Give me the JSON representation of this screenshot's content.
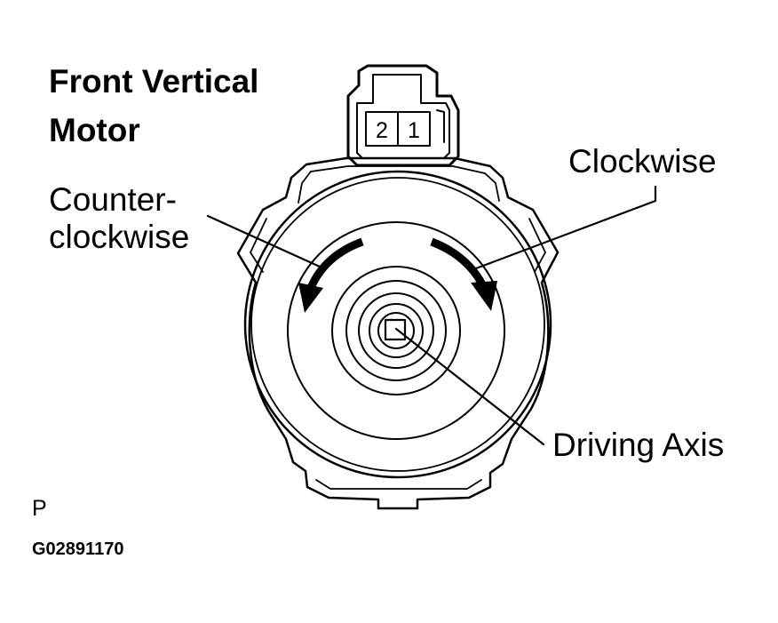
{
  "title": {
    "line1": "Front Vertical",
    "line2": "Motor"
  },
  "connector": {
    "pin_left": "2",
    "pin_right": "1"
  },
  "labels": {
    "clockwise": "Clockwise",
    "counterclockwise_line1": "Counter-",
    "counterclockwise_line2": "clockwise",
    "driving_axis": "Driving Axis"
  },
  "footer": {
    "view_letter": "P",
    "figure_code": "G02891170"
  }
}
